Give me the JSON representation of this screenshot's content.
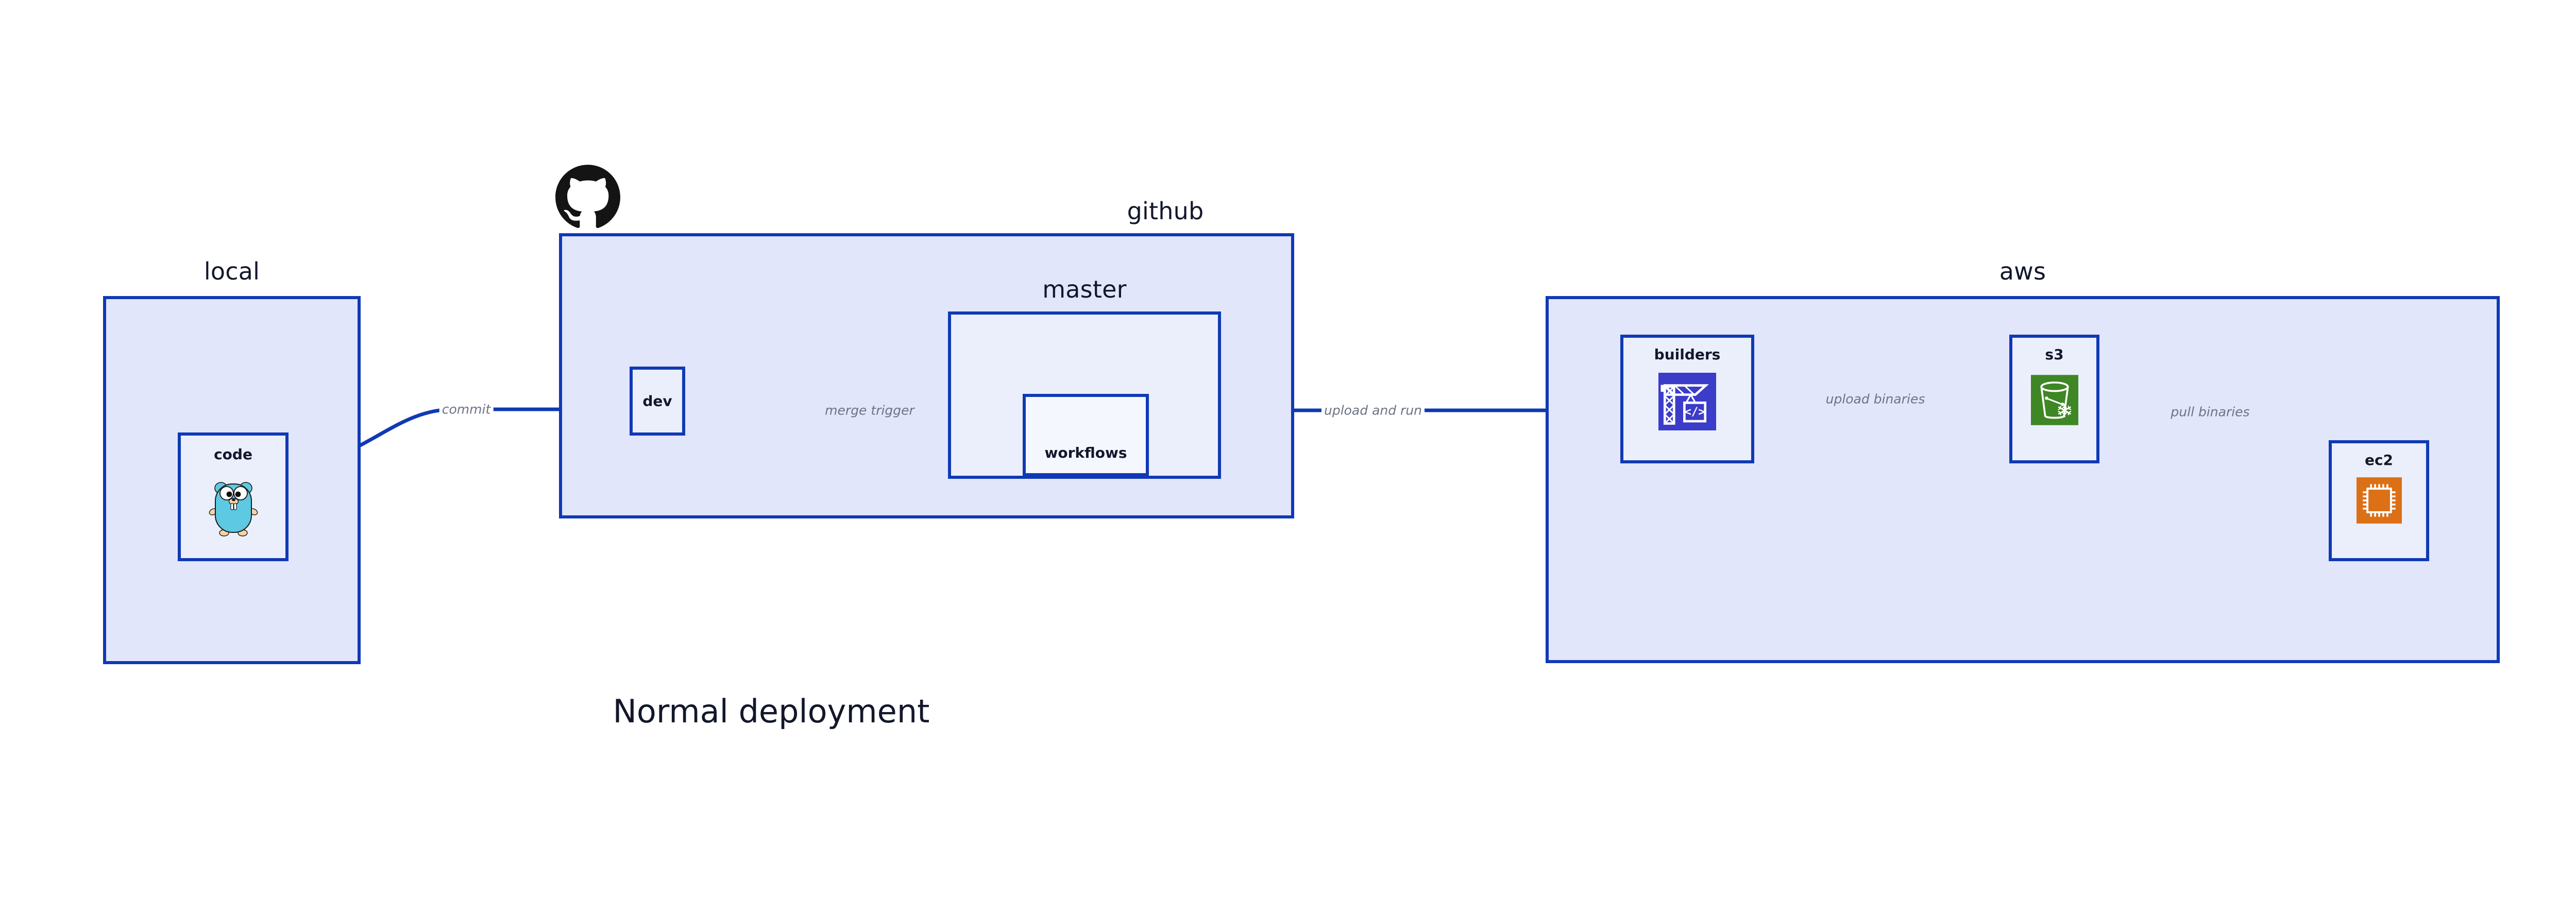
{
  "diagram": {
    "title": "Normal deployment",
    "background_color": "#ffffff",
    "accent_color": "#0F39B5",
    "group_fill": "#E2E6FB",
    "node_fill": "#EBEFFC",
    "label_color": "#6E7287",
    "text_color": "#12172B"
  },
  "groups": {
    "local": {
      "label": "local"
    },
    "github": {
      "label": "github"
    },
    "master": {
      "label": "master"
    },
    "aws": {
      "label": "aws"
    }
  },
  "nodes": {
    "code": {
      "label": "code",
      "icon": "go-gopher-icon"
    },
    "dev": {
      "label": "dev",
      "icon": "none"
    },
    "workflows": {
      "label": "workflows",
      "icon": "none"
    },
    "builders": {
      "label": "builders",
      "icon": "aws-builders-crane-icon",
      "icon_color": "#3B3CC9"
    },
    "s3": {
      "label": "s3",
      "icon": "aws-s3-bucket-icon",
      "icon_color": "#3F8624"
    },
    "ec2": {
      "label": "ec2",
      "icon": "aws-ec2-chip-icon",
      "icon_color": "#DC7017"
    }
  },
  "icons": {
    "github_logo": "github-octocat-icon"
  },
  "edges": [
    {
      "id": "commit",
      "label": "commit",
      "from": "code",
      "to": "dev"
    },
    {
      "id": "merge-trigger",
      "label": "merge trigger",
      "from": "dev",
      "to": "workflows"
    },
    {
      "id": "upload-and-run",
      "label": "upload and run",
      "from": "workflows",
      "to": "builders"
    },
    {
      "id": "upload-binaries",
      "label": "upload binaries",
      "from": "builders",
      "to": "s3"
    },
    {
      "id": "pull-binaries",
      "label": "pull binaries",
      "from": "s3",
      "to": "ec2"
    }
  ]
}
